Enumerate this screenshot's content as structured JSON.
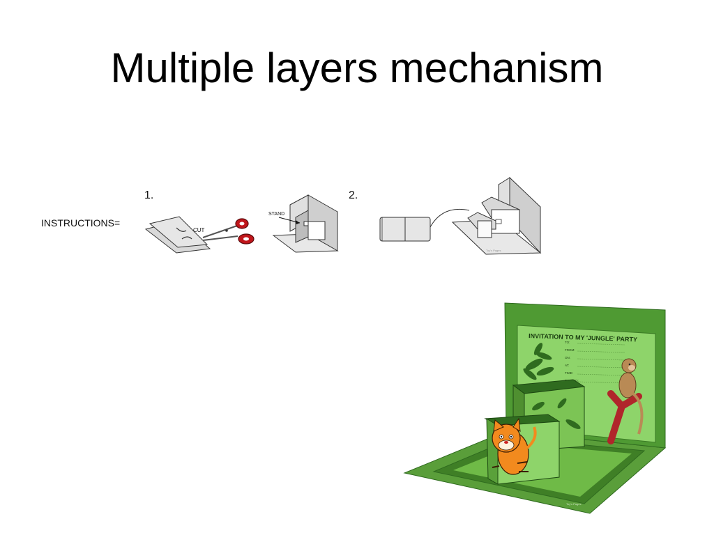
{
  "slide": {
    "title": "Multiple layers mechanism"
  },
  "instructions": {
    "label": "INSTRUCTIONS=",
    "step1_number": "1.",
    "step2_number": "2.",
    "cut_label": "CUT",
    "stand_label": "STAND"
  },
  "card": {
    "invitation_heading": "INVITATION TO MY 'JUNGLE' PARTY",
    "form_fields": [
      "TO:",
      "FROM:",
      "ON:",
      "AT:",
      "TIME:",
      "RSVPED:"
    ]
  },
  "colors": {
    "card_green": "#5a9e3a",
    "card_light_green": "#8ed46a",
    "dark_green": "#2f6b1f",
    "paper_grey": "#d4d4d4",
    "scissors_red": "#c0161b",
    "tiger_orange": "#f28a1e",
    "monkey_brown": "#b98a55",
    "branch_red": "#b0262b"
  },
  "icons": [
    "scissors-icon",
    "tiger-illustration",
    "monkey-illustration",
    "leaf-plant-illustration"
  ]
}
